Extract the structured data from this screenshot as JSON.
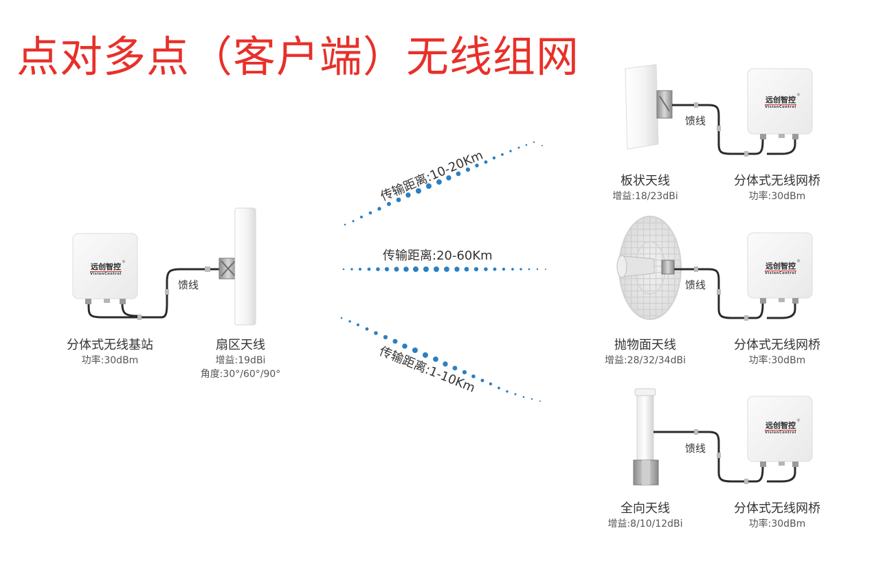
{
  "title": "点对多点（客户端）无线组网",
  "brand": {
    "name_cn": "远创智控",
    "name_en": "VisionControl",
    "reg_mark": "®"
  },
  "feed_label": "馈线",
  "links": [
    {
      "label": "传输距离:10-20Km"
    },
    {
      "label": "传输距离:20-60Km"
    },
    {
      "label": "传输距离:1-10Km"
    }
  ],
  "base_station": {
    "name": "分体式无线基站",
    "spec": "功率:30dBm"
  },
  "sector_antenna": {
    "name": "扇区天线",
    "spec1": "增益:19dBi",
    "spec2": "角度:30°/60°/90°"
  },
  "clients": [
    {
      "antenna_name": "板状天线",
      "antenna_spec": "增益:18/23dBi",
      "bridge_name": "分体式无线网桥",
      "bridge_spec": "功率:30dBm"
    },
    {
      "antenna_name": "抛物面天线",
      "antenna_spec": "增益:28/32/34dBi",
      "bridge_name": "分体式无线网桥",
      "bridge_spec": "功率:30dBm"
    },
    {
      "antenna_name": "全向天线",
      "antenna_spec": "增益:8/10/12dBi",
      "bridge_name": "分体式无线网桥",
      "bridge_spec": "功率:30dBm"
    }
  ],
  "colors": {
    "title": "#e8302a",
    "signal_dots": "#2b7fc1",
    "cable": "#2b2b2b",
    "device_body": "#f4f4f4"
  }
}
